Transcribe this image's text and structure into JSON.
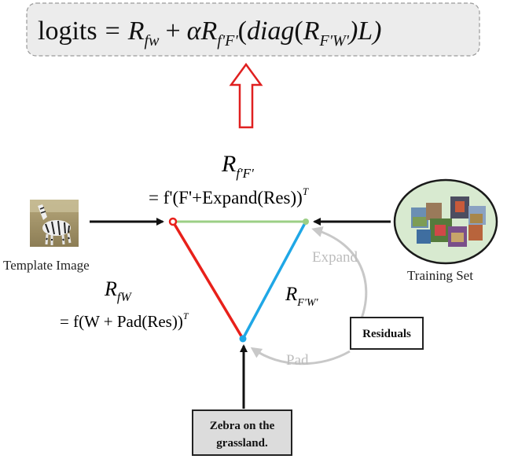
{
  "formula": {
    "lhs": "logits",
    "eq": "=",
    "r1_main": "R",
    "r1_sub": "fw",
    "plus": "+",
    "alpha": "α",
    "r2_main": "R",
    "r2_sub": "f'F'",
    "open": "(",
    "diag": "diag",
    "open2": "(",
    "r3_main": "R",
    "r3_sub": "F'W'",
    "close_l": ")L)"
  },
  "top_equation": {
    "symbol": "R",
    "sub": "f'F'",
    "line": "= f'(F'+Expand(Res))",
    "sup": "T"
  },
  "left_equation": {
    "symbol": "R",
    "sub": "fW",
    "line": "= f(W + Pad(Res))",
    "sup": "T"
  },
  "right_label": {
    "symbol": "R",
    "sub": "F'W'"
  },
  "labels": {
    "template_image": "Template Image",
    "training_set": "Training Set",
    "residuals": "Residuals",
    "expand": "Expand",
    "pad": "Pad",
    "text_prompt_line1": "Zebra on the",
    "text_prompt_line2": "grassland."
  },
  "colors": {
    "red_edge": "#e8201a",
    "green_edge": "#9ccf86",
    "blue_edge": "#1fa7e6",
    "up_arrow": "#e02020",
    "ellipse_fill": "#d8ead0",
    "grey_arrow": "#c8c8c8"
  },
  "icons": [
    "zebra-image",
    "training-set-image"
  ]
}
